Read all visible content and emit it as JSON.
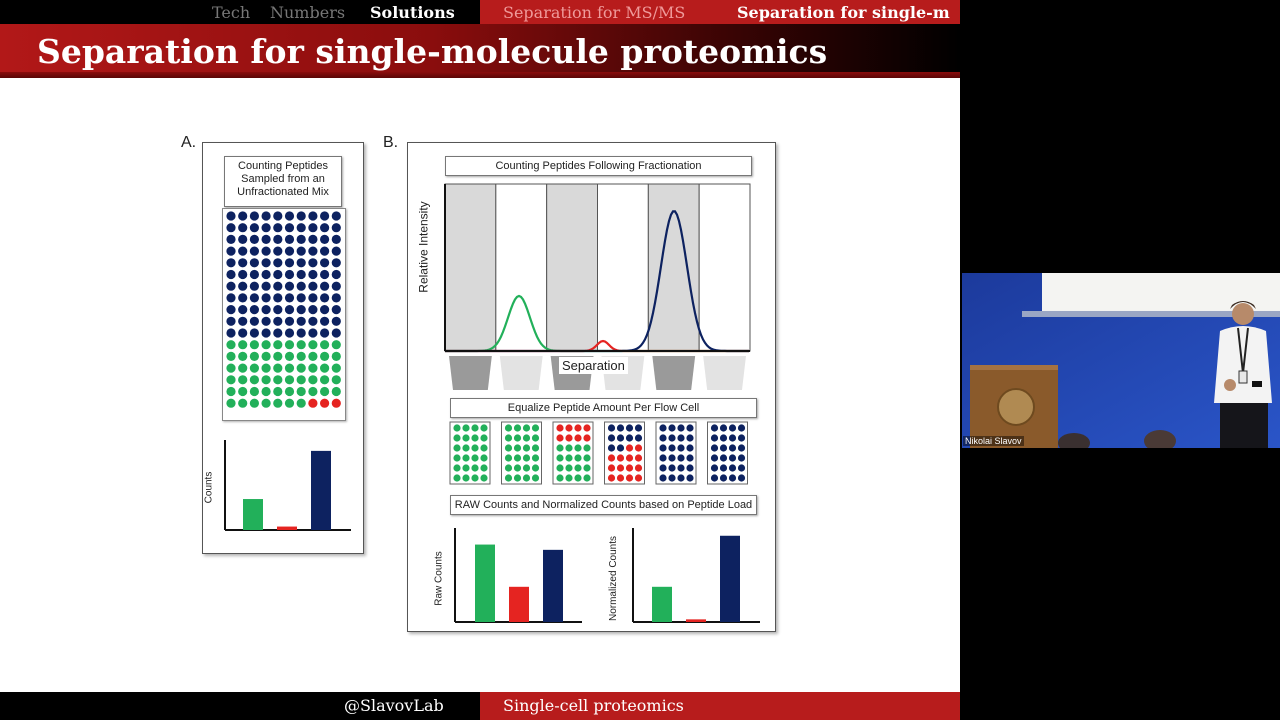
{
  "nav": {
    "left_items": [
      {
        "label": "Tech",
        "color": "#777777"
      },
      {
        "label": "Numbers",
        "color": "#777777"
      },
      {
        "label": "Solutions",
        "color": "#ffffff"
      }
    ],
    "right_items": [
      {
        "label": "Separation for MS/MS",
        "color": "#ef9a9a"
      },
      {
        "label": "Separation for single-m",
        "color": "#ffffff"
      }
    ]
  },
  "slide": {
    "title": "Separation for single-molecule proteomics"
  },
  "panel_a": {
    "label": "A.",
    "header": "Counting Peptides Sampled from an Unfractionated Mix",
    "ylabel": "Counts"
  },
  "panel_b": {
    "label": "B.",
    "header1": "Counting Peptides Following Fractionation",
    "ylabel": "Relative Intensity",
    "xlabel": "Separation",
    "header2": "Equalize Peptide Amount Per Flow Cell",
    "header3": "RAW Counts and Normalized Counts based on Peptide Load",
    "raw_ylabel": "Raw Counts",
    "norm_ylabel": "Normalized Counts"
  },
  "colors": {
    "navy": "#0d2260",
    "green": "#22b05a",
    "red": "#e52421",
    "accent": "#b71c1c"
  },
  "chart_data": [
    {
      "type": "bar",
      "categories": [
        "",
        "",
        ""
      ],
      "values": [
        36,
        4,
        92
      ],
      "ylabel": "Counts"
    },
    {
      "type": "bar",
      "categories": [
        "",
        "",
        ""
      ],
      "values": [
        88,
        40,
        82
      ],
      "ylabel": "Raw Counts"
    },
    {
      "type": "bar",
      "categories": [
        "",
        "",
        ""
      ],
      "values": [
        40,
        3,
        98
      ],
      "ylabel": "Normalized Counts"
    }
  ],
  "footer": {
    "left": "@SlavovLab",
    "right": "Single-cell proteomics"
  },
  "video": {
    "caption": "Nikolai Slavov"
  }
}
